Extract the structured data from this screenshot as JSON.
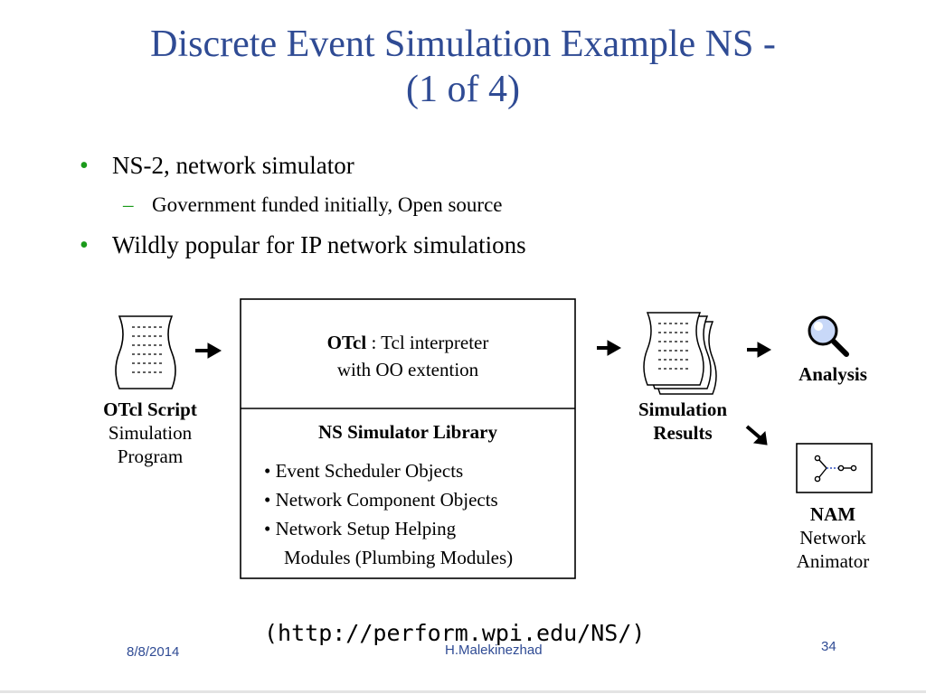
{
  "slide": {
    "title_line1": "Discrete Event Simulation Example NS -",
    "title_line2": "(1 of 4)",
    "bullets": [
      "NS-2, network simulator",
      "Wildly popular for IP network simulations"
    ],
    "sub_bullet": "Government funded initially, Open source",
    "bullet_glyph": "•",
    "dash_glyph": "–"
  },
  "diagram": {
    "script_label_bold": "OTcl Script",
    "script_label_line2": "Simulation",
    "script_label_line3": "Program",
    "otcl_bold": "OTcl",
    "otcl_rest": " : Tcl interpreter",
    "otcl_line2": "with OO extention",
    "library_title": "NS Simulator Library",
    "library_items": [
      "• Event Scheduler Objects",
      "• Network Component Objects",
      "• Network Setup Helping",
      "Modules (Plumbing Modules)"
    ],
    "results_line1": "Simulation",
    "results_line2": "Results",
    "analysis_label": "Analysis",
    "nam_label": "NAM",
    "nam_line2": "Network",
    "nam_line3": "Animator"
  },
  "footer": {
    "url": "(http://perform.wpi.edu/NS/)",
    "date": "8/8/2014",
    "author": "H.Malekinezhad",
    "page": "34"
  },
  "colors": {
    "title": "#2f4b94",
    "bullet": "#1a9a1a"
  }
}
